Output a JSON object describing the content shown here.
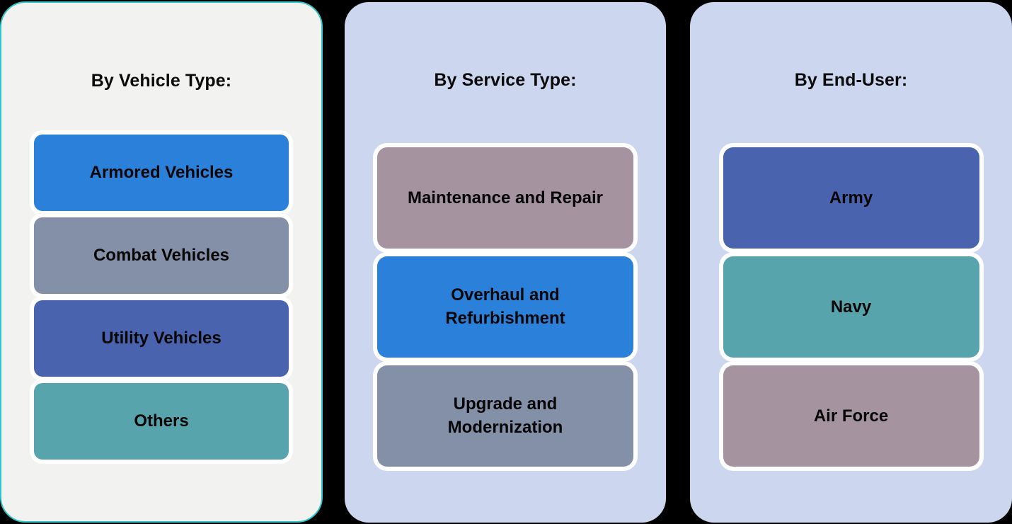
{
  "diagram": {
    "type": "segmentation-category-columns",
    "background_color": "#000000",
    "columns": [
      {
        "id": "by-vehicle-type",
        "title": "By Vehicle Type:",
        "panel_background": "#F2F2F1",
        "panel_border": "#2EC6C6",
        "items": [
          {
            "label": "Armored Vehicles",
            "color": "#2B80D9"
          },
          {
            "label": "Combat Vehicles",
            "color": "#8490A8"
          },
          {
            "label": "Utility Vehicles",
            "color": "#4A63AE"
          },
          {
            "label": "Others",
            "color": "#58A4AC"
          }
        ]
      },
      {
        "id": "by-service-type",
        "title": "By Service Type:",
        "panel_background": "#CCD6EF",
        "panel_border": "#CCD6EF",
        "items": [
          {
            "label": "Maintenance and Repair",
            "color": "#A593A0"
          },
          {
            "label": "Overhaul and Refurbishment",
            "label_line1": "Overhaul and",
            "label_line2": "Refurbishment",
            "color": "#2B80D9"
          },
          {
            "label": "Upgrade and Modernization",
            "label_line1": "Upgrade and",
            "label_line2": "Modernization",
            "color": "#8490A8"
          }
        ]
      },
      {
        "id": "by-end-user",
        "title": "By End-User:",
        "panel_background": "#CCD6EF",
        "panel_border": "#CCD6EF",
        "items": [
          {
            "label": "Army",
            "color": "#4A63AE"
          },
          {
            "label": "Navy",
            "color": "#58A4AC"
          },
          {
            "label": "Air Force",
            "color": "#A593A0"
          }
        ]
      }
    ]
  }
}
